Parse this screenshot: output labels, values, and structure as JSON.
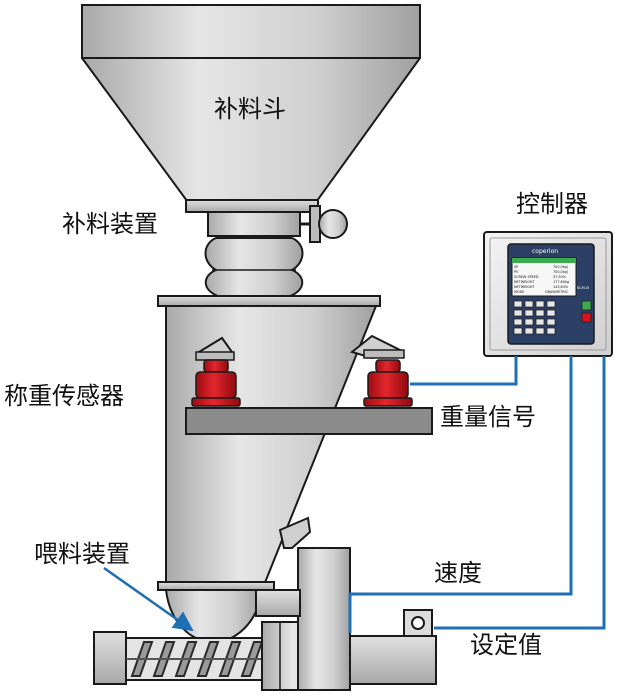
{
  "labels": {
    "hopper": "补料斗",
    "refill_device": "补料装置",
    "load_cells": "称重传感器",
    "feeder_device": "喂料装置",
    "controller": "控制器",
    "weight_signal": "重量信号",
    "speed": "速度",
    "setpoint": "设定值"
  },
  "controller_screen": {
    "brand": "coperion",
    "model": "KCM-III",
    "rows": [
      {
        "label": "SP",
        "value": "700,0kg/"
      },
      {
        "label": "PV",
        "value": "700,0kg/"
      },
      {
        "label": "SCREW SPEED",
        "value": "37,50%"
      },
      {
        "label": "NETWEIGHT",
        "value": "177,80kg"
      },
      {
        "label": "NETWEIGHT",
        "value": "143,63%"
      },
      {
        "label": "MODE",
        "value": "GRAVIMETRIC"
      }
    ]
  },
  "colors": {
    "steel": "#c8c8c8",
    "outline": "#1a1a1a",
    "load_cell_red": "#d8131b",
    "signal_line": "#1f6fb5",
    "arrow": "#1f6fb5",
    "beam": "#8c8c8c"
  }
}
